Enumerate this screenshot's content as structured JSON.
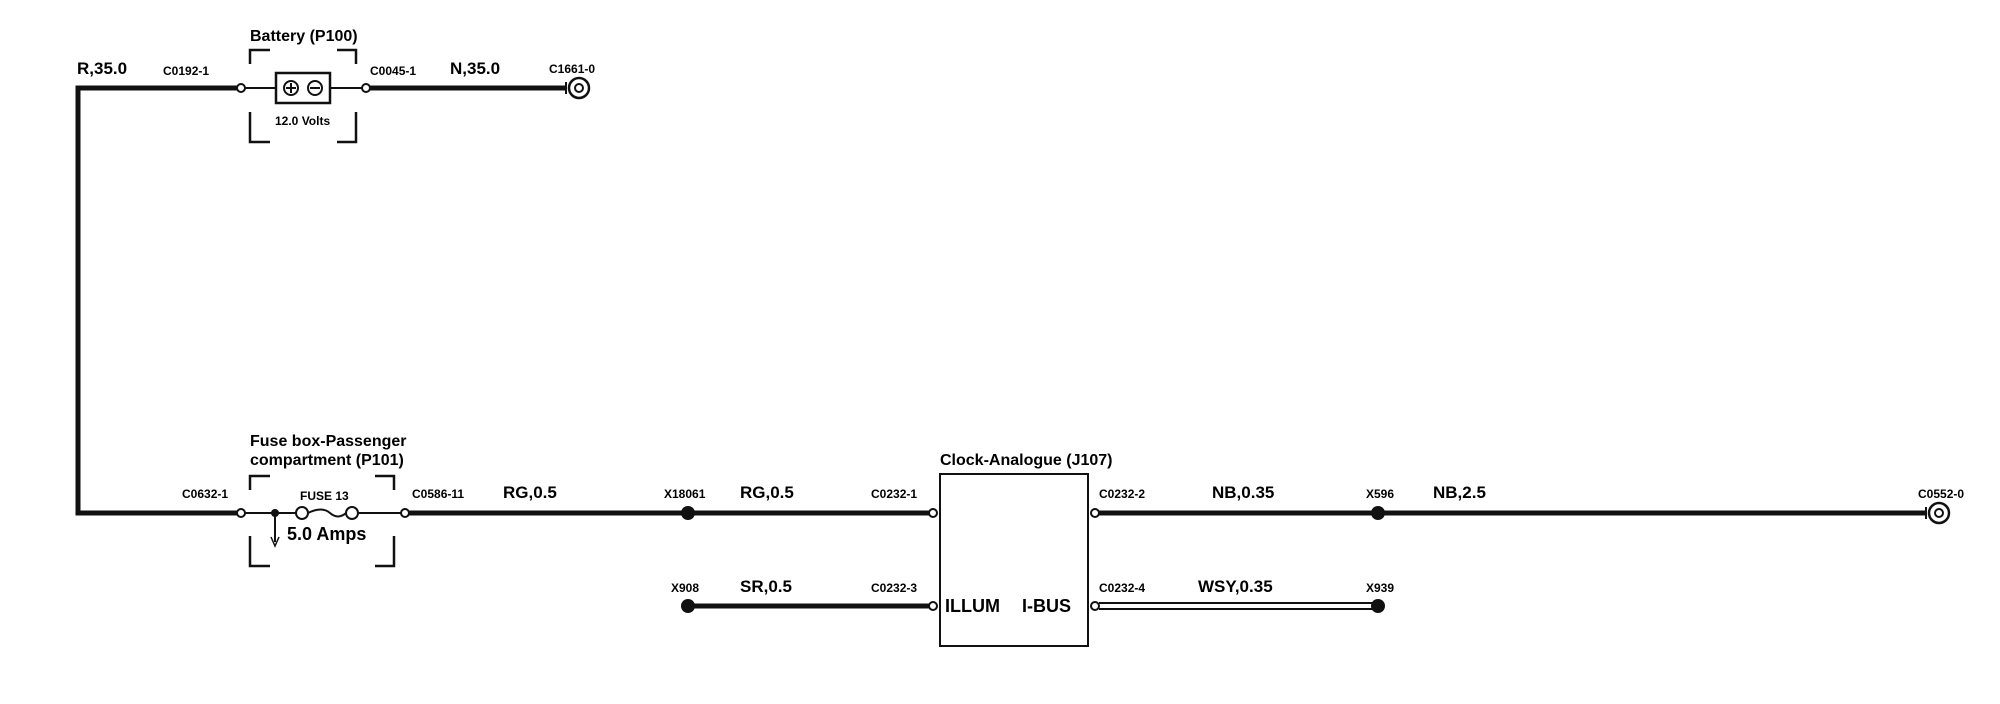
{
  "battery": {
    "title": "Battery (P100)",
    "voltage": "12.0 Volts",
    "left_connector": "C0192-1",
    "right_connector": "C0045-1",
    "feed_wire": "R,35.0",
    "ground_wire": "N,35.0",
    "ground_point": "C1661-0"
  },
  "fuse_box": {
    "title_line1": "Fuse box-Passenger",
    "title_line2": "compartment (P101)",
    "left_connector": "C0632-1",
    "right_connector": "C0586-11",
    "fuse_label": "FUSE 13",
    "rating": "5.0 Amps"
  },
  "wires": {
    "rg_1": "RG,0.5",
    "rg_2": "RG,0.5",
    "sr": "SR,0.5",
    "nb_1": "NB,0.35",
    "nb_2": "NB,2.5",
    "wsy": "WSY,0.35"
  },
  "splices": {
    "x18061": "X18061",
    "x908": "X908",
    "x596": "X596",
    "x939": "X939"
  },
  "clock": {
    "title": "Clock-Analogue (J107)",
    "pin1": "C0232-1",
    "pin2": "C0232-2",
    "pin3": "C0232-3",
    "pin4": "C0232-4",
    "illum": "ILLUM",
    "ibus": "I-BUS"
  },
  "ground_right": "C0552-0"
}
